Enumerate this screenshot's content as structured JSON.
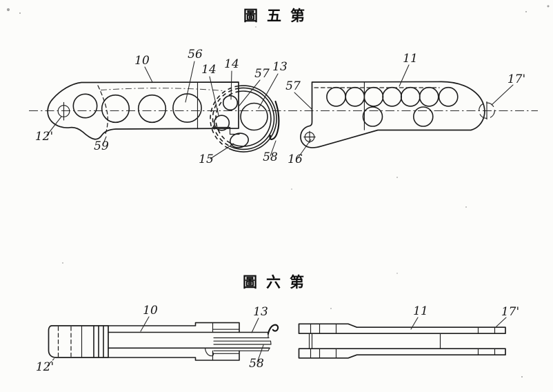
{
  "figure5": {
    "title": "圖五第",
    "labels": {
      "l10": "10",
      "l56": "56",
      "l14a": "14",
      "l14b": "14",
      "l57a": "57",
      "l13": "13",
      "l57b": "57",
      "l11": "11",
      "l17p": "17'",
      "l12p": "12'",
      "l59": "59",
      "l15": "15",
      "l58": "58",
      "l16": "16"
    }
  },
  "figure6": {
    "title": "圖六第",
    "labels": {
      "l10": "10",
      "l13": "13",
      "l58": "58",
      "l12p": "12'",
      "l11": "11",
      "l17p": "17'"
    }
  }
}
